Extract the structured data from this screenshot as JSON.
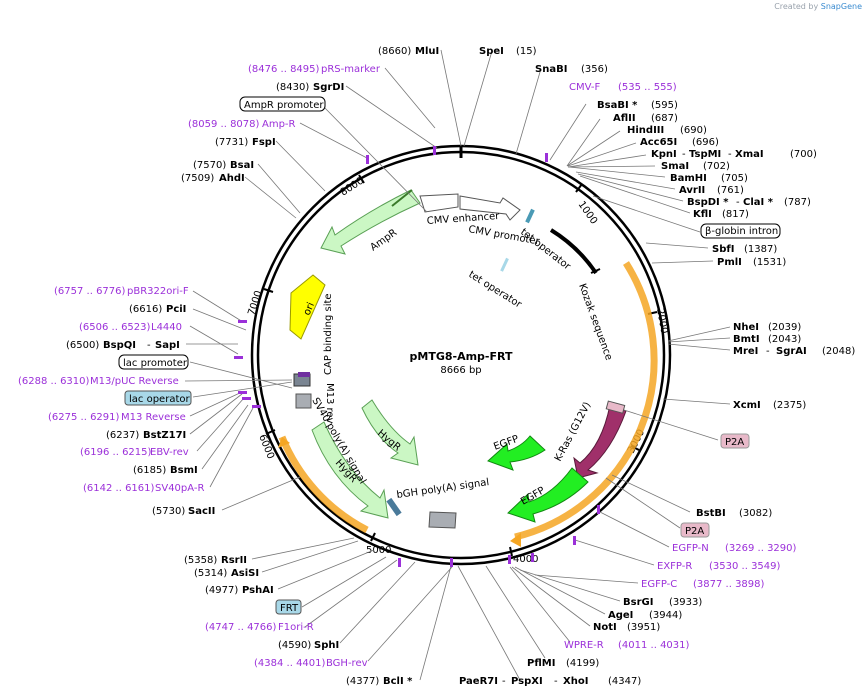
{
  "credit": {
    "prefix": "Created by",
    "brand": "SnapGene"
  },
  "plasmid": {
    "name": "pMTG8-Amp-FRT",
    "length": "8666 bp"
  },
  "ticks": [
    "1000",
    "2000",
    "3000",
    "4000",
    "5000",
    "6000",
    "7000",
    "8000"
  ],
  "sites": [
    {
      "pos": "(8660)",
      "name": "MluI"
    },
    {
      "name": "SpeI",
      "pos": "(15)"
    },
    {
      "name": "SnaBI",
      "pos": "(356)"
    },
    {
      "name": "BsaBI *",
      "pos": "(595)"
    },
    {
      "name": "AflII",
      "pos": "(687)"
    },
    {
      "name": "HindIII",
      "pos": "(690)"
    },
    {
      "name": "Acc65I",
      "pos": "(696)"
    },
    {
      "name": "KpnI",
      "name2": "TspMI",
      "name3": "XmaI",
      "pos": "(700)"
    },
    {
      "name": "SmaI",
      "pos": "(702)"
    },
    {
      "name": "BamHI",
      "pos": "(705)"
    },
    {
      "name": "AvrII",
      "pos": "(761)"
    },
    {
      "name": "BspDI *",
      "name2": "ClaI *",
      "pos": "(787)"
    },
    {
      "name": "KflI",
      "pos": "(817)"
    },
    {
      "name": "SbfI",
      "pos": "(1387)"
    },
    {
      "name": "PmlI",
      "pos": "(1531)"
    },
    {
      "name": "NheI",
      "pos": "(2039)"
    },
    {
      "name": "BmtI",
      "pos": "(2043)"
    },
    {
      "name": "MreI",
      "name2": "SgrAI",
      "pos": "(2048)"
    },
    {
      "name": "XcmI",
      "pos": "(2375)"
    },
    {
      "name": "BstBI",
      "pos": "(3082)"
    },
    {
      "name": "BsrGI",
      "pos": "(3933)"
    },
    {
      "name": "AgeI",
      "pos": "(3944)"
    },
    {
      "name": "NotI",
      "pos": "(3951)"
    },
    {
      "name": "PflMI",
      "pos": "(4199)"
    },
    {
      "name": "XhoI",
      "name2": "PspXI",
      "name3": "PaeR7I",
      "pos": "(4347)"
    },
    {
      "pos": "(4377)",
      "name": "BclI *"
    },
    {
      "pos": "(4590)",
      "name": "SphI"
    },
    {
      "pos": "(4977)",
      "name": "PshAI"
    },
    {
      "pos": "(5314)",
      "name": "AsiSI"
    },
    {
      "pos": "(5358)",
      "name": "RsrII"
    },
    {
      "pos": "(5730)",
      "name": "SacII"
    },
    {
      "pos": "(6185)",
      "name": "BsmI"
    },
    {
      "pos": "(6237)",
      "name": "BstZ17I"
    },
    {
      "pos": "(6500)",
      "name": "BspQI",
      "name2": "SapI"
    },
    {
      "pos": "(6616)",
      "name": "PciI"
    },
    {
      "pos": "(7509)",
      "name": "AhdI"
    },
    {
      "pos": "(7570)",
      "name": "BsaI"
    },
    {
      "pos": "(7731)",
      "name": "FspI"
    },
    {
      "pos": "(8430)",
      "name": "SgrDI"
    }
  ],
  "primers": [
    {
      "range": "(8476 .. 8495)",
      "name": "pRS-marker"
    },
    {
      "name": "CMV-F",
      "range": "(535 .. 555)"
    },
    {
      "range": "(8059 .. 8078)",
      "name": "Amp-R"
    },
    {
      "name": "EGFP-N",
      "range": "(3269 .. 3290)"
    },
    {
      "name": "EXFP-R",
      "range": "(3530 .. 3549)"
    },
    {
      "name": "EGFP-C",
      "range": "(3877 .. 3898)"
    },
    {
      "name": "WPRE-R",
      "range": "(4011 .. 4031)"
    },
    {
      "range": "(4384 .. 4401)",
      "name": "BGH-rev"
    },
    {
      "range": "(4747 .. 4766)",
      "name": "F1ori-R"
    },
    {
      "range": "(6142 .. 6161)",
      "name": "SV40pA-R"
    },
    {
      "range": "(6196 .. 6215)",
      "name": "EBV-rev"
    },
    {
      "range": "(6275 .. 6291)",
      "name": "M13 Reverse"
    },
    {
      "range": "(6288 .. 6310)",
      "name": "M13/pUC Reverse"
    },
    {
      "range": "(6506 .. 6523)",
      "name": "L4440"
    },
    {
      "range": "(6757 .. 6776)",
      "name": "pBR322ori-F"
    }
  ],
  "boxes": [
    {
      "name": "AmpR promoter",
      "style": "white"
    },
    {
      "name": "β-globin intron",
      "style": "white"
    },
    {
      "name": "lac promoter",
      "style": "white"
    },
    {
      "name": "lac operator",
      "style": "blue"
    },
    {
      "name": "FRT",
      "style": "blue"
    },
    {
      "name": "P2A",
      "style": "pink"
    },
    {
      "name": "P2A",
      "style": "pink"
    }
  ],
  "features": [
    {
      "name": "CMV enhancer"
    },
    {
      "name": "CMV promoter"
    },
    {
      "name": "tet operator"
    },
    {
      "name": "tet operator"
    },
    {
      "name": "Kozak sequence"
    },
    {
      "name": "K-Ras (G12V)"
    },
    {
      "name": "EGFP"
    },
    {
      "name": "EGFP"
    },
    {
      "name": "bGH poly(A) signal"
    },
    {
      "name": "HygR"
    },
    {
      "name": "HygR"
    },
    {
      "name": "SV40 poly(A) signal"
    },
    {
      "name": "M13 rev"
    },
    {
      "name": "CAP binding site"
    },
    {
      "name": "ori"
    },
    {
      "name": "AmpR"
    }
  ],
  "colors": {
    "primer": "#9b30d9",
    "ampr": "#cbf7c4",
    "ori": "#ffff00",
    "egfp": "#22ee22",
    "kras": "#a0306a",
    "hygr": "#cbf7c4",
    "orange": "#f5a623",
    "lacop": "#a8d8e8",
    "frt": "#a8d8e8",
    "p2a": "#e8b9c9"
  }
}
